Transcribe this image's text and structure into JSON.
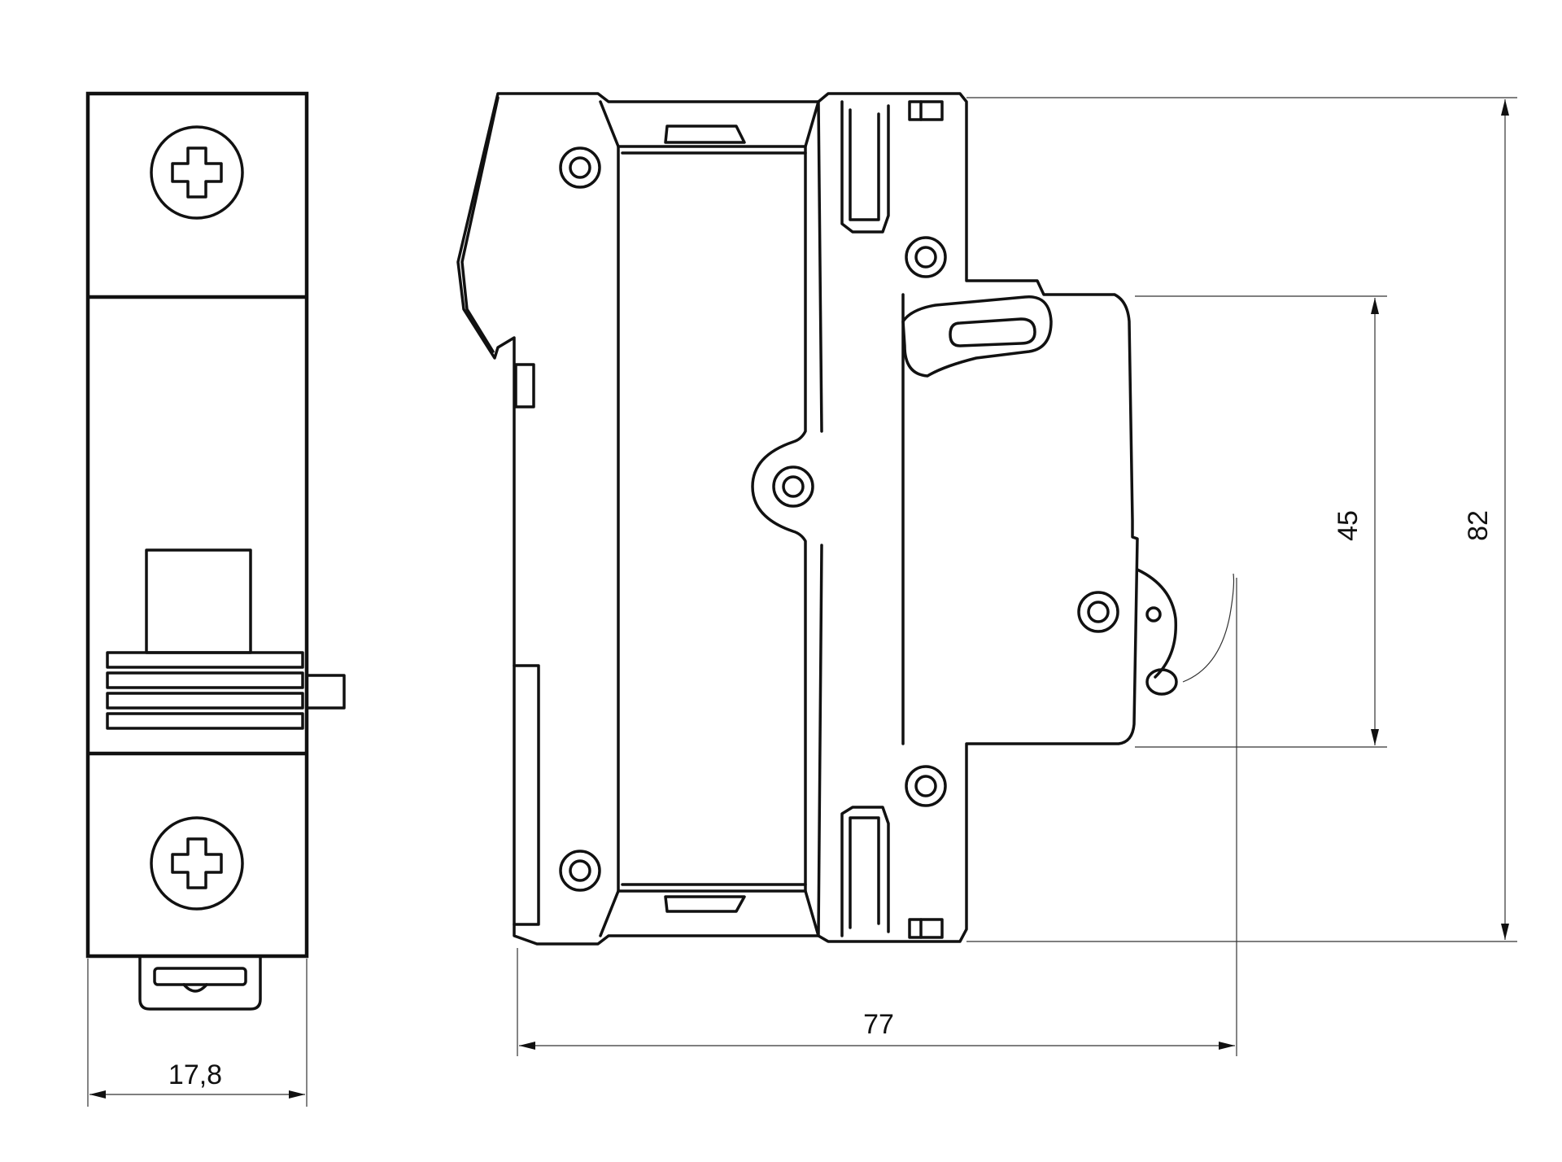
{
  "dimensions": {
    "width": "17,8",
    "depth": "77",
    "front_height": "45",
    "total_height": "82"
  },
  "views": [
    "front-view",
    "side-view"
  ],
  "colors": {
    "line": "#111111",
    "background": "#ffffff"
  }
}
